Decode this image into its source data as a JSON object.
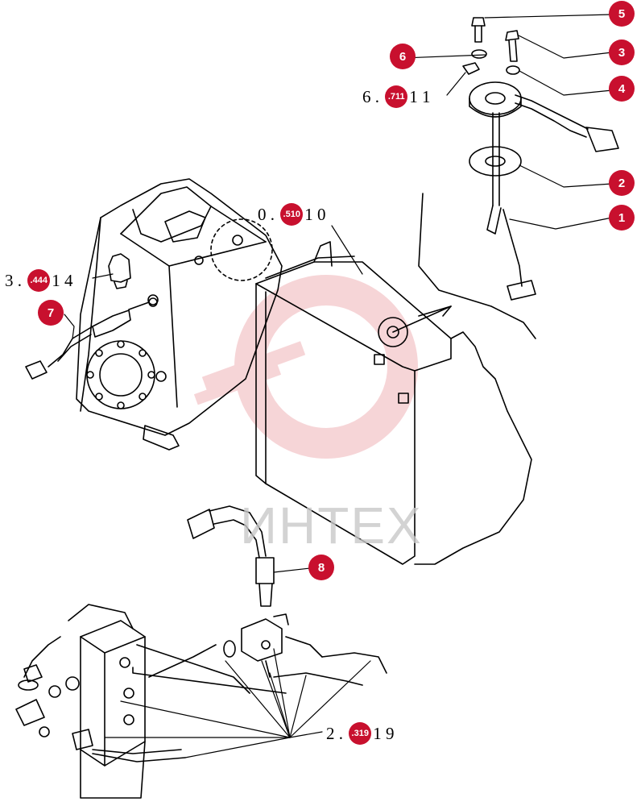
{
  "callouts": [
    {
      "id": "1",
      "label": "1"
    },
    {
      "id": "2",
      "label": "2"
    },
    {
      "id": "3",
      "label": "3"
    },
    {
      "id": "4",
      "label": "4"
    },
    {
      "id": "5",
      "label": "5"
    },
    {
      "id": "6",
      "label": "6"
    },
    {
      "id": "7",
      "label": "7"
    },
    {
      "id": "8",
      "label": "8"
    }
  ],
  "refs": {
    "ref_711": {
      "prefix": "6 . ",
      "badge": ".711",
      "suffix": "1 1"
    },
    "ref_510": {
      "prefix": "0 . ",
      "badge": ".510",
      "suffix": "1 0"
    },
    "ref_444": {
      "prefix": "3 . ",
      "badge": ".444",
      "suffix": "1 4"
    },
    "ref_319": {
      "prefix": "2 . ",
      "badge": ".319",
      "suffix": "1 9"
    }
  },
  "watermark": {
    "text": "ИНТЕХ",
    "color": "#d8d8d8",
    "logo_color": "#f2b3b8"
  },
  "colors": {
    "callout": "#c8102e",
    "line": "#000000"
  }
}
